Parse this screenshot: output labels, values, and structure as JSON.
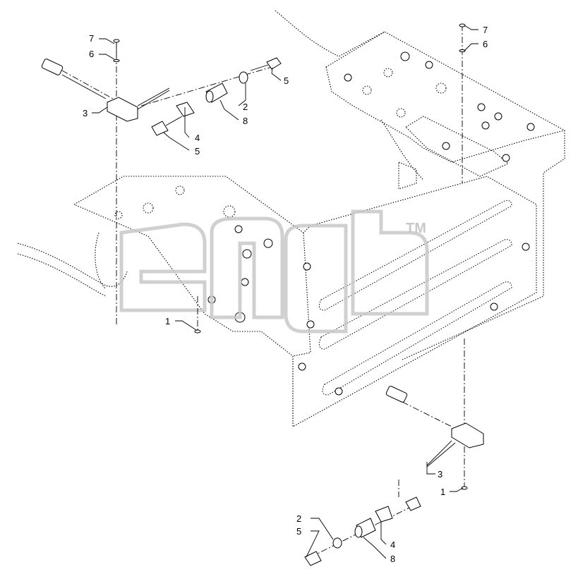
{
  "callouts": {
    "c7a": "7",
    "c6a": "6",
    "c5a": "5",
    "c3a": "3",
    "c4a": "4",
    "c5b": "5",
    "c2a": "2",
    "c8a": "8",
    "c7b": "7",
    "c6b": "6",
    "c1a": "1",
    "c3b": "3",
    "c1b": "1",
    "c2b": "2",
    "c5c": "5",
    "c4b": "4",
    "c8b": "8"
  },
  "watermark": {
    "tm": "TM"
  }
}
